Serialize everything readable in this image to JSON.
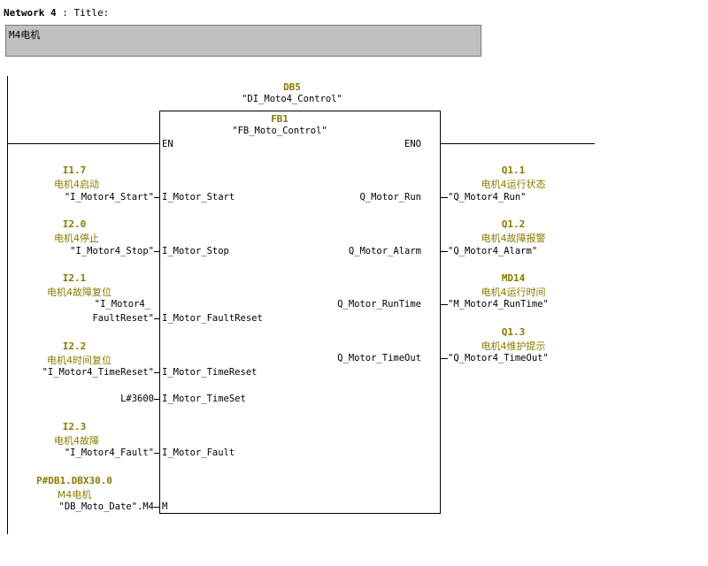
{
  "network": {
    "label": "Network 4",
    "sep": " : ",
    "title": "Title:"
  },
  "comment": "M4电机",
  "block": {
    "db": "DB5",
    "db_symbol": "\"DI_Moto4_Control\"",
    "fb": "FB1",
    "fb_symbol": "\"FB_Moto_Control\"",
    "en": "EN",
    "eno": "ENO"
  },
  "inputs": [
    {
      "addr": "I1.7",
      "comment": "电机4启动",
      "symbol": "\"I_Motor4_Start\"",
      "pin": "I_Motor_Start"
    },
    {
      "addr": "I2.0",
      "comment": "电机4停止",
      "symbol": "\"I_Motor4_Stop\"",
      "pin": "I_Motor_Stop"
    },
    {
      "addr": "I2.1",
      "comment": "电机4故障复位",
      "symbol": "\"I_Motor4_",
      "symbol2": "FaultReset\"",
      "pin": "I_Motor_FaultReset"
    },
    {
      "addr": "I2.2",
      "comment": "电机4时间复位",
      "symbol": "\"I_Motor4_TimeReset\"",
      "pin": "I_Motor_TimeReset"
    },
    {
      "symbol": "L#3600",
      "pin": "I_Motor_TimeSet"
    },
    {
      "addr": "I2.3",
      "comment": "电机4故障",
      "symbol": "\"I_Motor4_Fault\"",
      "pin": "I_Motor_Fault"
    },
    {
      "addr": "P#DB1.DBX30.0",
      "comment": "M4电机",
      "symbol": "\"DB_Moto_Date\".M4",
      "pin": "M"
    }
  ],
  "outputs": [
    {
      "addr": "Q1.1",
      "comment": "电机4运行状态",
      "symbol": "\"Q_Motor4_Run\"",
      "pin": "Q_Motor_Run"
    },
    {
      "addr": "Q1.2",
      "comment": "电机4故障报警",
      "symbol": "\"Q_Motor4_Alarm\"",
      "pin": "Q_Motor_Alarm"
    },
    {
      "addr": "MD14",
      "comment": "电机4运行时间",
      "symbol": "\"M_Motor4_RunTime\"",
      "pin": "Q_Motor_RunTime"
    },
    {
      "addr": "Q1.3",
      "comment": "电机4维护提示",
      "symbol": "\"Q_Motor4_TimeOut\"",
      "pin": "Q_Motor_TimeOut"
    }
  ]
}
